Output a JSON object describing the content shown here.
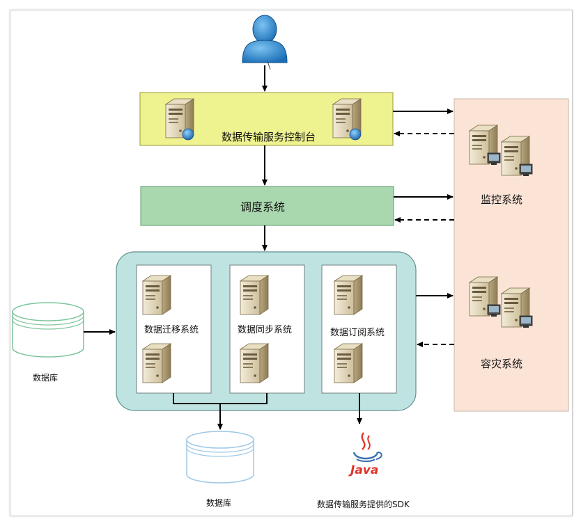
{
  "console": {
    "label": "数据传输服务控制台"
  },
  "scheduler": {
    "label": "调度系统"
  },
  "monitor": {
    "label": "监控系统"
  },
  "disaster": {
    "label": "容灾系统"
  },
  "subsystems": {
    "migration": "数据迁移系统",
    "sync": "数据同步系统",
    "subscribe": "数据订阅系统"
  },
  "source_db": {
    "label": "数据库"
  },
  "target_db": {
    "label": "数据库"
  },
  "sdk": {
    "label": "数据传输服务提供的SDK",
    "logo_text": "Java"
  },
  "colors": {
    "console_fill": "#eef28f",
    "scheduler_fill": "#a9d8ae",
    "cluster_fill": "#bfe3e1",
    "side_panel_fill": "#fbe3d6",
    "user_fill": "#2f8fd6",
    "db_stroke": "#7bc49a",
    "db_light_stroke": "#9ec8e6"
  }
}
